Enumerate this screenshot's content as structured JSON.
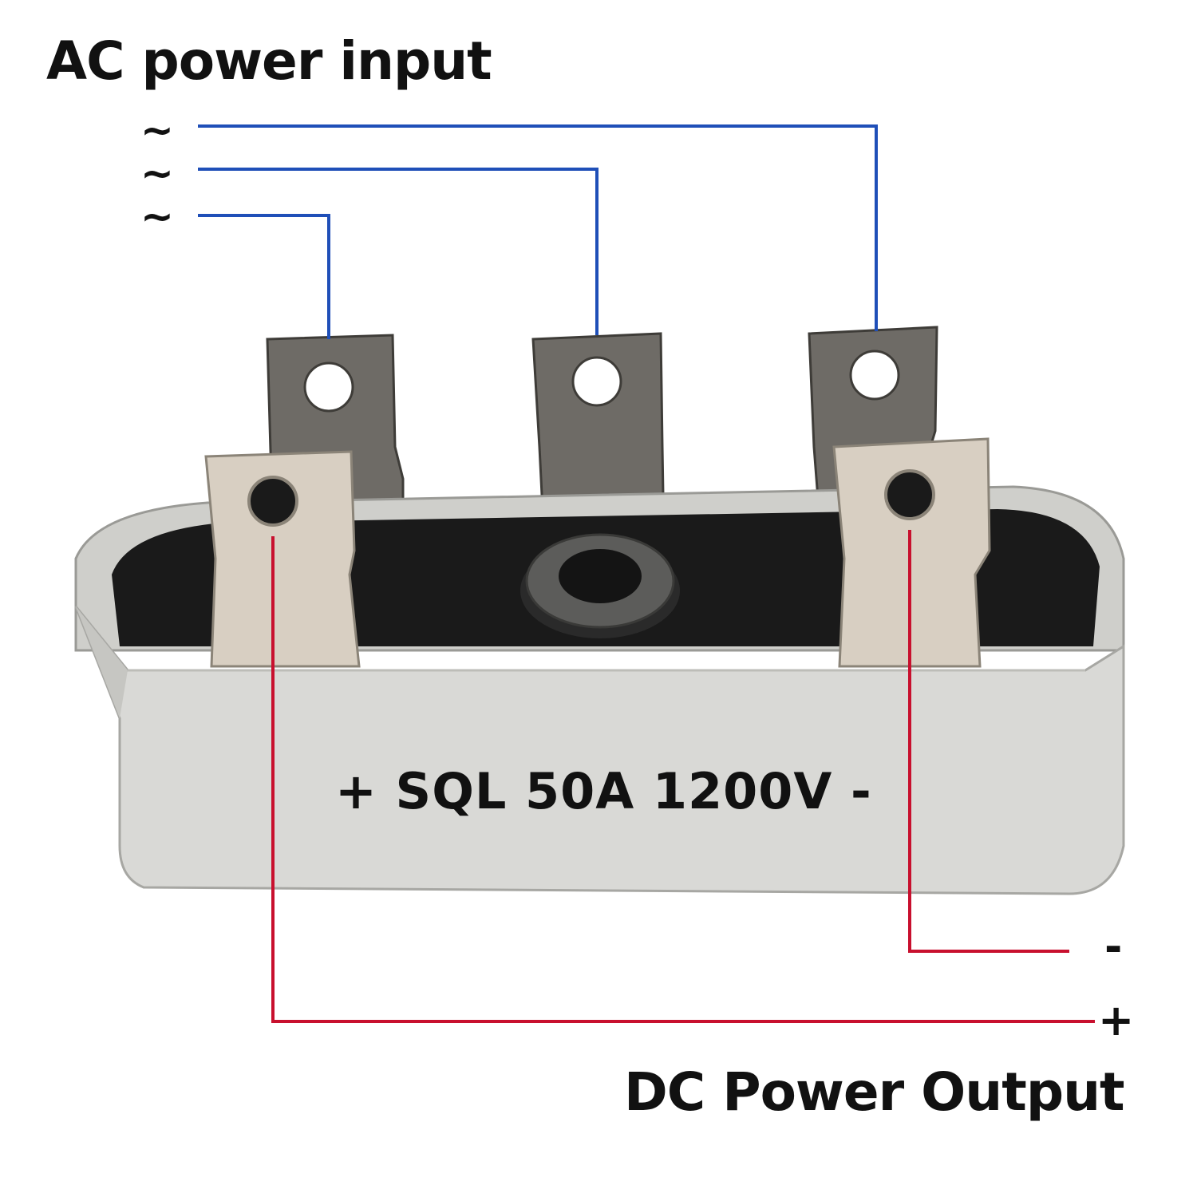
{
  "labels": {
    "ac_title": "AC power input",
    "dc_title": "DC Power Output",
    "ac_terminals": [
      "~",
      "~",
      "~"
    ],
    "dc_minus": "-",
    "dc_plus": "+",
    "part_marking": "+ SQL 50A 1200V -"
  },
  "colors": {
    "ac_wire": "#1f4fb8",
    "dc_wire": "#c8102e",
    "case": "#d9d9d6",
    "terminal_dark": "#6e6b66",
    "terminal_light": "#d8cfc2",
    "potting": "#1a1a1a"
  }
}
